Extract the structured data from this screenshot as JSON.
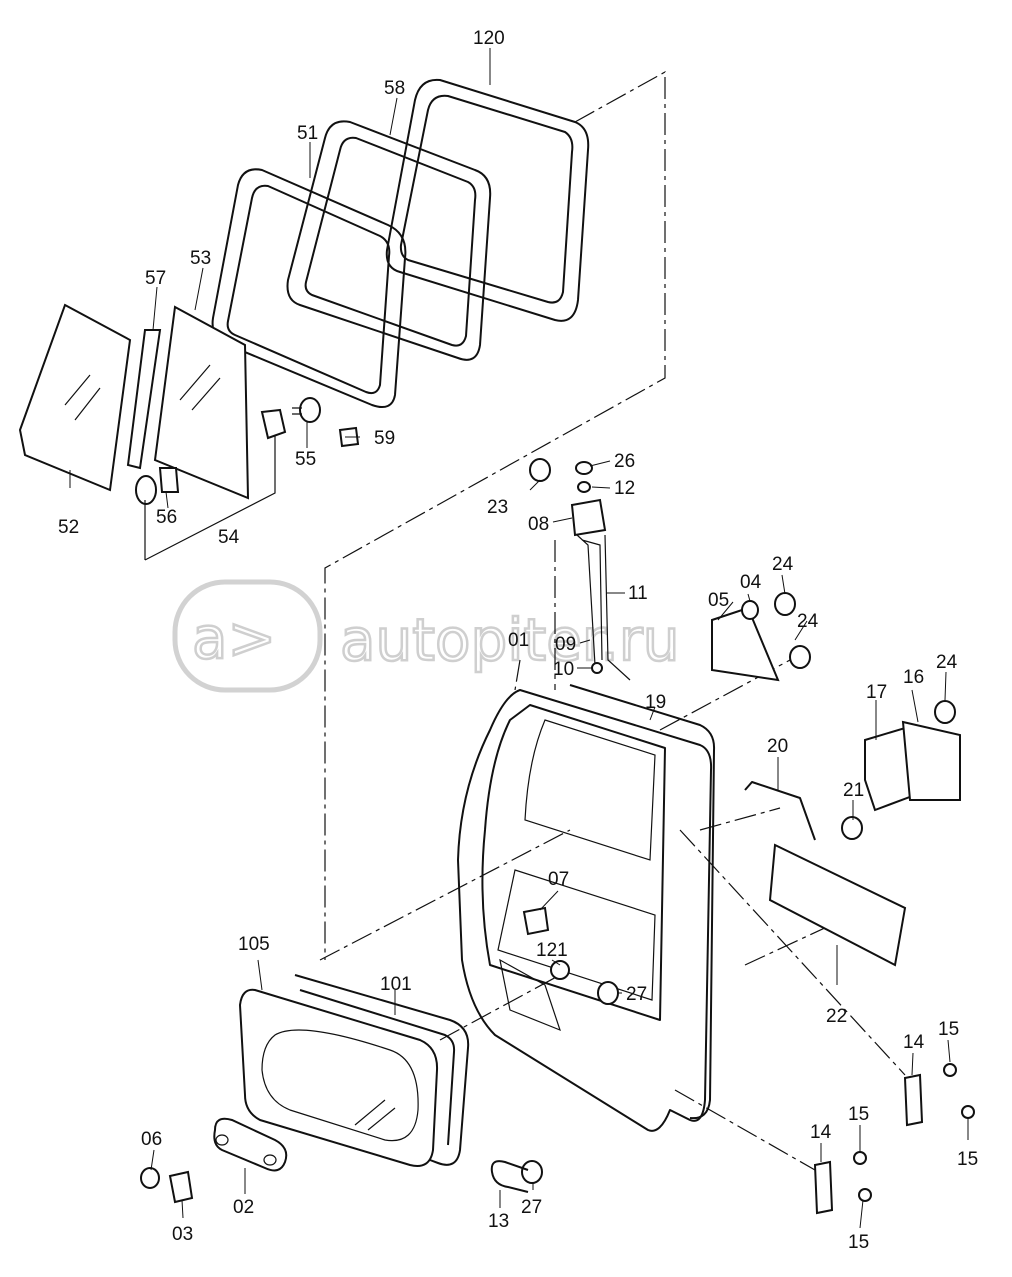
{
  "watermark": {
    "text": "autopiter.ru",
    "logo_glyph": "a>"
  },
  "labels": {
    "l120": "120",
    "l58": "58",
    "l51": "51",
    "l53": "53",
    "l57": "57",
    "l52": "52",
    "l56": "56",
    "l54": "54",
    "l55": "55",
    "l59": "59",
    "l26": "26",
    "l12": "12",
    "l23": "23",
    "l08": "08",
    "l11": "11",
    "l09": "09",
    "l10": "10",
    "l01": "01",
    "l05": "05",
    "l04": "04",
    "l24a": "24",
    "l24b": "24",
    "l24c": "24",
    "l19": "19",
    "l17": "17",
    "l16": "16",
    "l20": "20",
    "l21": "21",
    "l07": "07",
    "l121": "121",
    "l27a": "27",
    "l22": "22",
    "l105": "105",
    "l101": "101",
    "l14a": "14",
    "l15a": "15",
    "l15b": "15",
    "l06": "06",
    "l02": "02",
    "l03": "03",
    "l13": "13",
    "l27b": "27",
    "l14b": "14",
    "l15c": "15",
    "l15d": "15"
  }
}
